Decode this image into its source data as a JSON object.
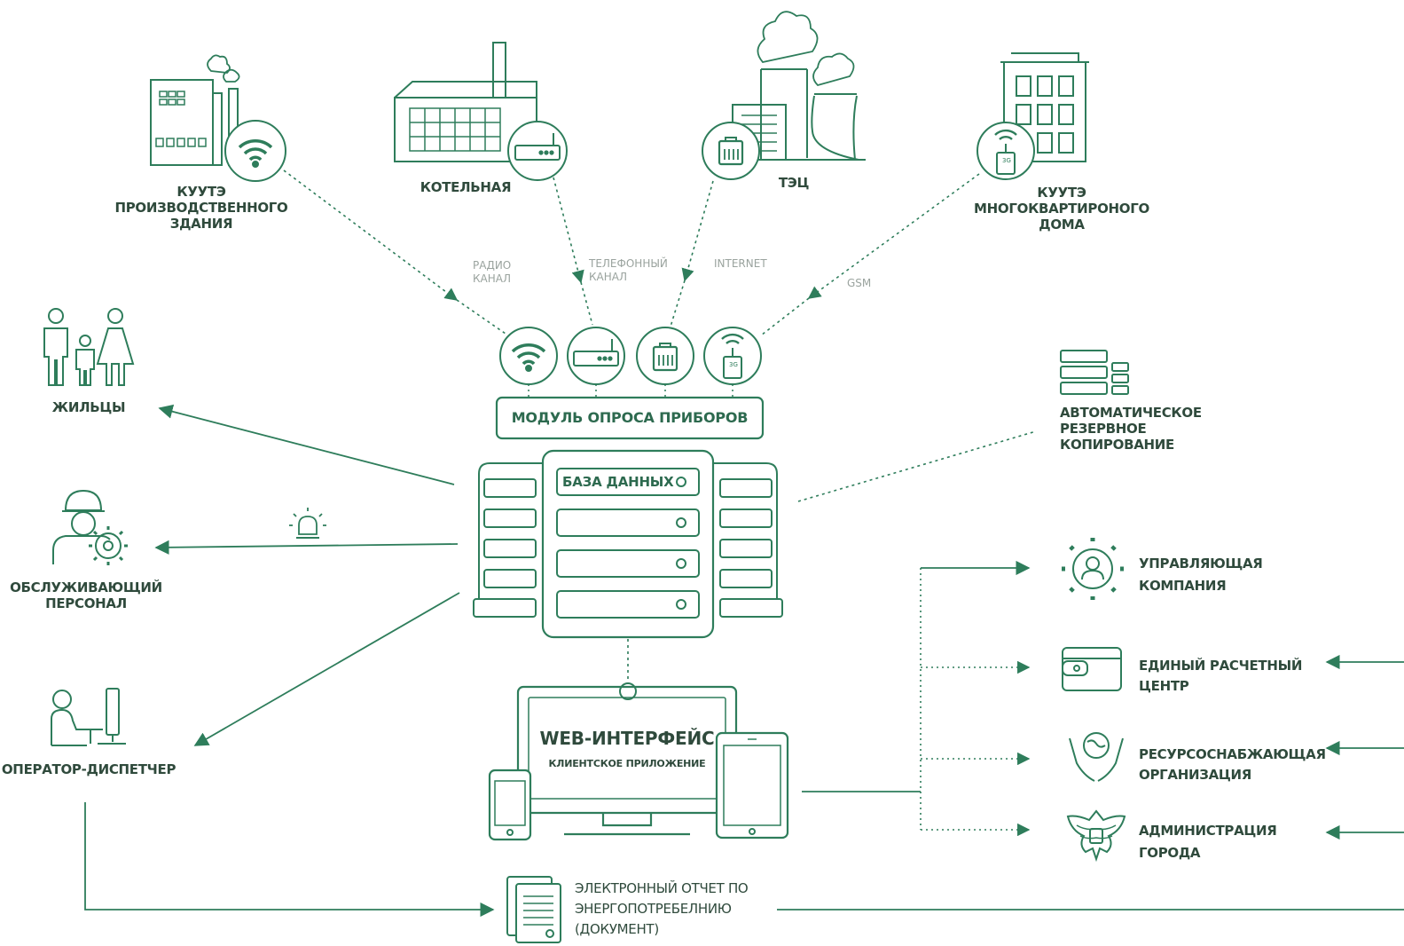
{
  "colors": {
    "accent": "#2e7d5b",
    "line": "#2e7d5b",
    "text": "#2f4a3c",
    "muted": "#9aa39e"
  },
  "sources": {
    "industrial": "КУУТЭ\nПРОИЗВОДСТВЕННОГО\nЗДАНИЯ",
    "boiler": "КОТЕЛЬНАЯ",
    "chp": "ТЭЦ",
    "apartment": "КУУТЭ\nМНОГОКВАРТИРОНОГО\nДОМА"
  },
  "channels": {
    "radio": "РАДИО\nКАНАЛ",
    "phone": "ТЕЛЕФОННЫЙ\nКАНАЛ",
    "internet": "INTERNET",
    "gsm": "GSM"
  },
  "module": {
    "title": "МОДУЛЬ ОПРОСА ПРИБОРОВ",
    "icons": [
      "wifi-icon",
      "router-icon",
      "ethernet-icon",
      "modem-3g-icon"
    ]
  },
  "database": {
    "title": "БАЗА ДАННЫХ"
  },
  "badge_3g": "3G",
  "backup": {
    "label": "АВТОМАТИЧЕСКОЕ\nРЕЗЕРВНОЕ\nКОПИРОВАНИЕ"
  },
  "left": {
    "residents": "ЖИЛЬЦЫ",
    "staff": "ОБСЛУЖИВАЮЩИЙ\nПЕРСОНАЛ",
    "operator": "ОПЕРАТОР-ДИСПЕТЧЕР"
  },
  "web": {
    "title": "WEB-ИНТЕРФЕЙС",
    "subtitle": "КЛИЕНТСКОЕ ПРИЛОЖЕНИЕ"
  },
  "right": {
    "management": "УПРАВЛЯЮЩАЯ\nКОМПАНИЯ",
    "billing": "ЕДИНЫЙ РАСЧЕТНЫЙ\nЦЕНТР",
    "supplier": "РЕСУРСОСНАБЖАЮЩАЯ\nОРГАНИЗАЦИЯ",
    "admin": "АДМИНИСТРАЦИЯ\nГОРОДА"
  },
  "report": {
    "label": "ЭЛЕКТРОННЫЙ ОТЧЕТ ПО\nЭНЕРГОПОТРЕБЕЛНИЮ\n(ДОКУМЕНТ)"
  }
}
